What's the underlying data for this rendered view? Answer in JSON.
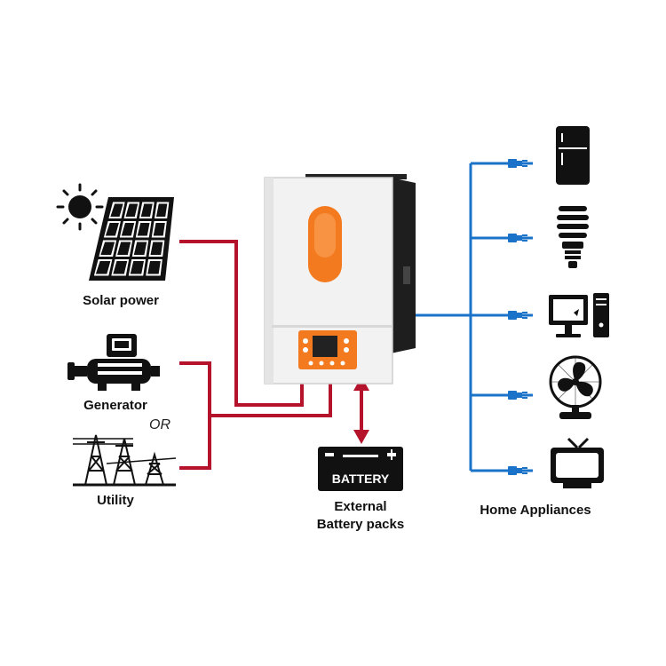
{
  "sources": {
    "solar_label": "Solar power",
    "generator_label": "Generator",
    "or_label": "OR",
    "utility_label": "Utility"
  },
  "battery": {
    "case_label": "BATTERY",
    "caption_line1": "External",
    "caption_line2": "Battery packs"
  },
  "appliances": {
    "label": "Home Appliances",
    "items": [
      "refrigerator",
      "light-bulb",
      "computer",
      "fan",
      "television"
    ]
  },
  "colors": {
    "ac_input_line": "#b5132b",
    "output_line": "#1a73c9",
    "inverter_orange": "#f47a1f",
    "inverter_body": "#f2f2f2",
    "icon_black": "#111111"
  }
}
